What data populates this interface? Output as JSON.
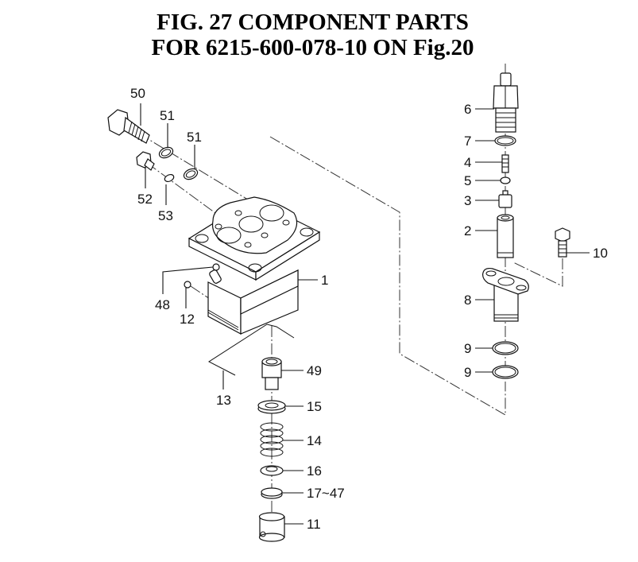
{
  "title": {
    "line1": "FIG. 27  COMPONENT PARTS",
    "line2": "FOR 6215-600-078-10 ON Fig.20"
  },
  "callouts": {
    "p1": "1",
    "p2": "2",
    "p3": "3",
    "p4": "4",
    "p5": "5",
    "p6": "6",
    "p7": "7",
    "p8": "8",
    "p9a": "9",
    "p9b": "9",
    "p10": "10",
    "p11": "11",
    "p12": "12",
    "p13": "13",
    "p14": "14",
    "p15": "15",
    "p16": "16",
    "p17": "17~47",
    "p48": "48",
    "p49": "49",
    "p50": "50",
    "p51a": "51",
    "p51b": "51",
    "p52": "52",
    "p53": "53"
  }
}
